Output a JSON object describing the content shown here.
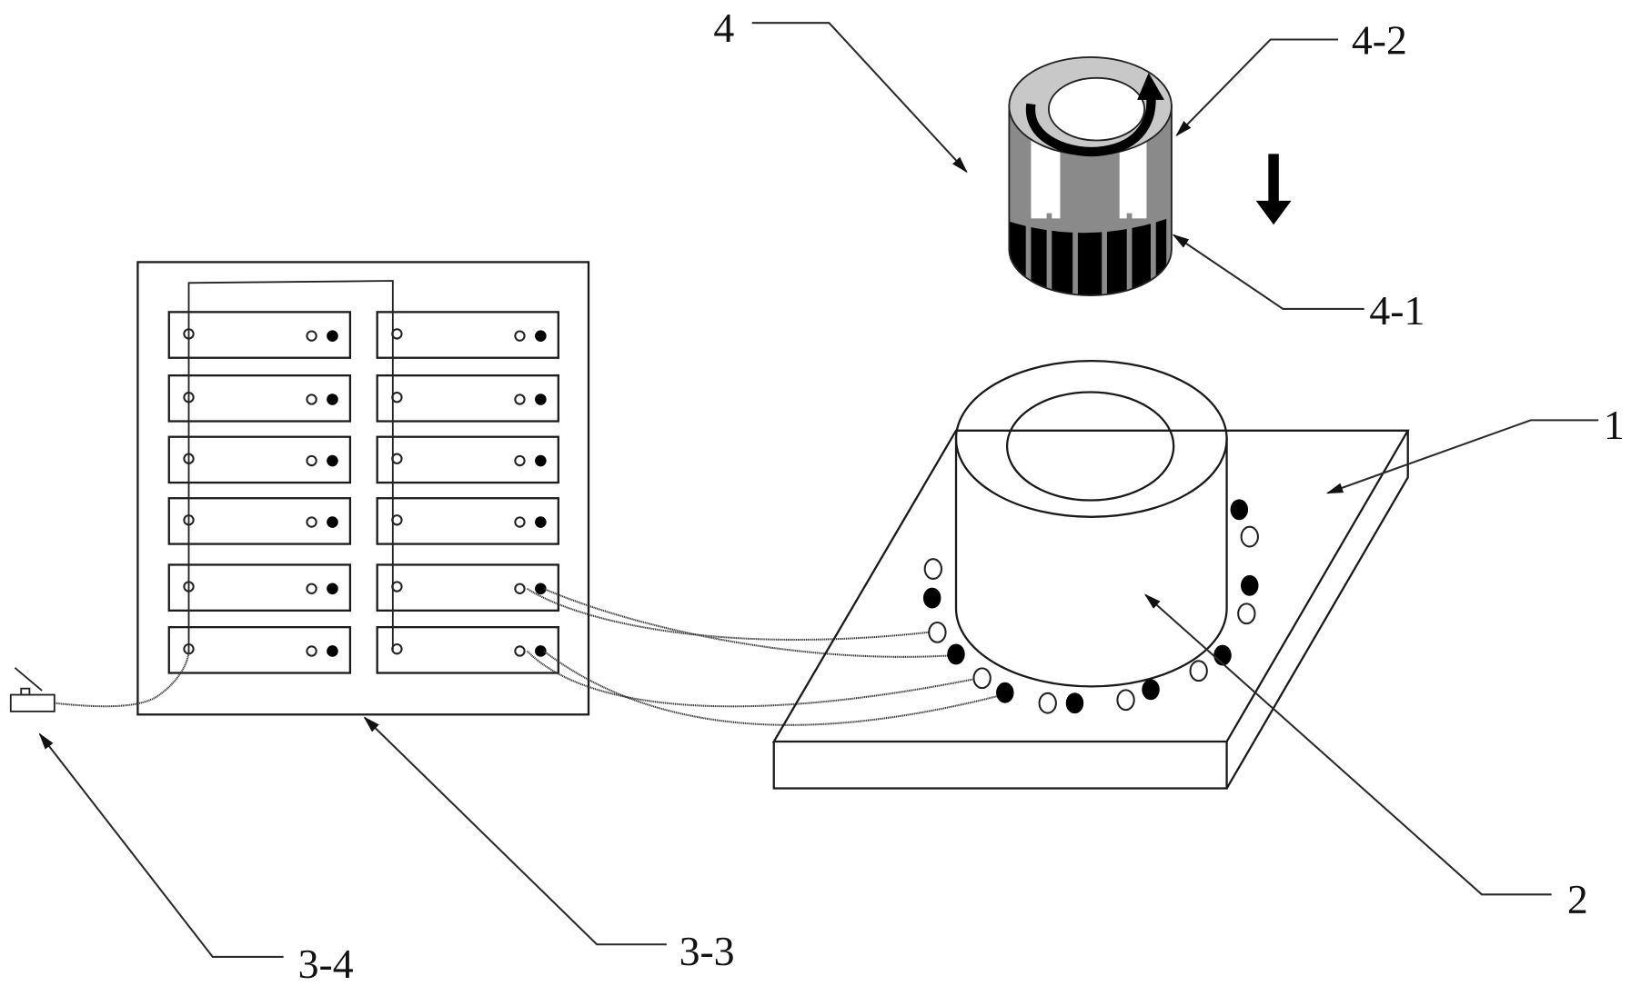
{
  "figure": {
    "type": "patent-schematic",
    "description": "Winding/wiring test apparatus: base plate with stator core, terminal panel, connector, and rotor assembly"
  },
  "labels": {
    "base_plate": "1",
    "stator_core": "2",
    "terminal_panel": "3-3",
    "connector_plug": "3-4",
    "rotor_assembly": "4",
    "rotor_lower_part": "4-1",
    "rotor_upper_part": "4-2"
  },
  "panel": {
    "columns": 2,
    "rows": 6,
    "connected_modules": 2
  },
  "ring_terminals": {
    "pairs": 9,
    "pattern": [
      "open",
      "filled"
    ]
  },
  "indicators": {
    "rotation_arrow": "counterclockwise-rotation-icon",
    "motion_arrow": "down-arrow-icon"
  },
  "colors": {
    "line": "#1a1a1a",
    "rotor_light": "#c8c8c8",
    "rotor_mid": "#8a8a8a",
    "rotor_dark": "#000000",
    "background": "#ffffff"
  }
}
